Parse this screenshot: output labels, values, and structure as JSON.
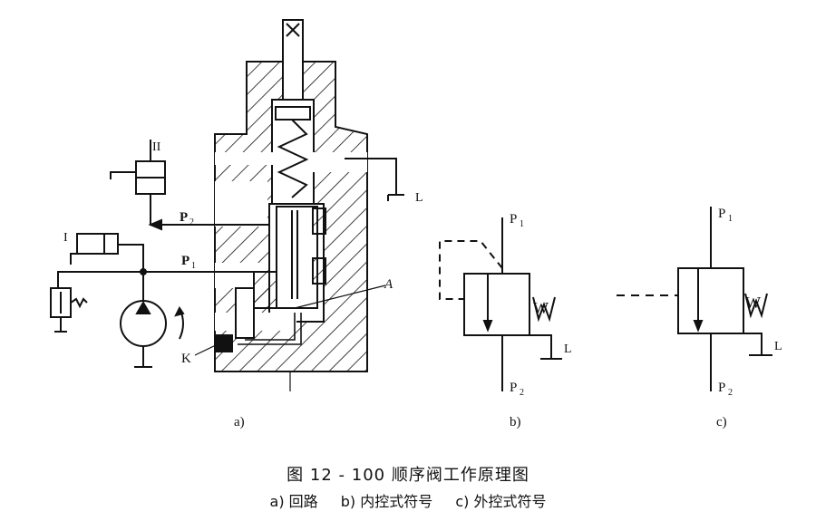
{
  "diagram": {
    "labels": {
      "port_p1": "P",
      "port_p1_sub": "1",
      "port_p2": "P",
      "port_p2_sub": "2",
      "drain_l": "L",
      "point_a": "A",
      "point_k": "K",
      "cyl_i": "I",
      "cyl_ii": "II",
      "spring_w": "W"
    },
    "sub_labels": {
      "a": "a)",
      "b": "b)",
      "c": "c)"
    }
  },
  "caption": {
    "title": "图 12 - 100   顺序阀工作原理图",
    "parts": [
      "a) 回路",
      "b) 内控式符号",
      "c) 外控式符号"
    ]
  },
  "colors": {
    "ink": "#111111",
    "background": "#ffffff"
  }
}
